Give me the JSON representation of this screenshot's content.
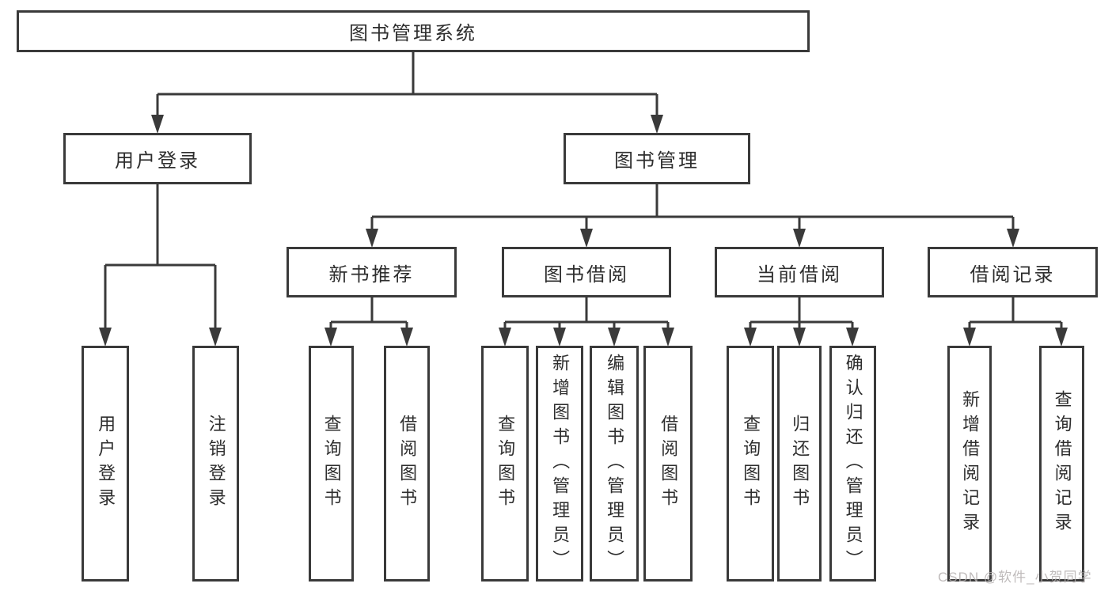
{
  "diagram": {
    "tree": {
      "root": {
        "label": "图书管理系统"
      },
      "level2": [
        {
          "label": "用户登录"
        },
        {
          "label": "图书管理"
        }
      ],
      "level3": [
        {
          "label": "新书推荐"
        },
        {
          "label": "图书借阅"
        },
        {
          "label": "当前借阅"
        },
        {
          "label": "借阅记录"
        }
      ],
      "leaves": {
        "user_login": [
          "用户登录",
          "注销登录"
        ],
        "new_book_recommend": [
          "查询图书",
          "借阅图书"
        ],
        "book_borrow": [
          "查询图书",
          "新增图书（管理员）",
          "编辑图书（管理员）",
          "借阅图书"
        ],
        "current_borrow": [
          "查询图书",
          "归还图书",
          "确认归还（管理员）"
        ],
        "borrow_record": [
          "新增借阅记录",
          "查询借阅记录"
        ]
      }
    },
    "watermark": "CSDN @软件_小贺同学",
    "colors": {
      "line": "#3a3a3a",
      "box_border": "#3a3a3a",
      "box_fill": "#ffffff",
      "text": "#2e2e2e",
      "watermark": "#b5b0b0",
      "background": "#ffffff"
    }
  }
}
